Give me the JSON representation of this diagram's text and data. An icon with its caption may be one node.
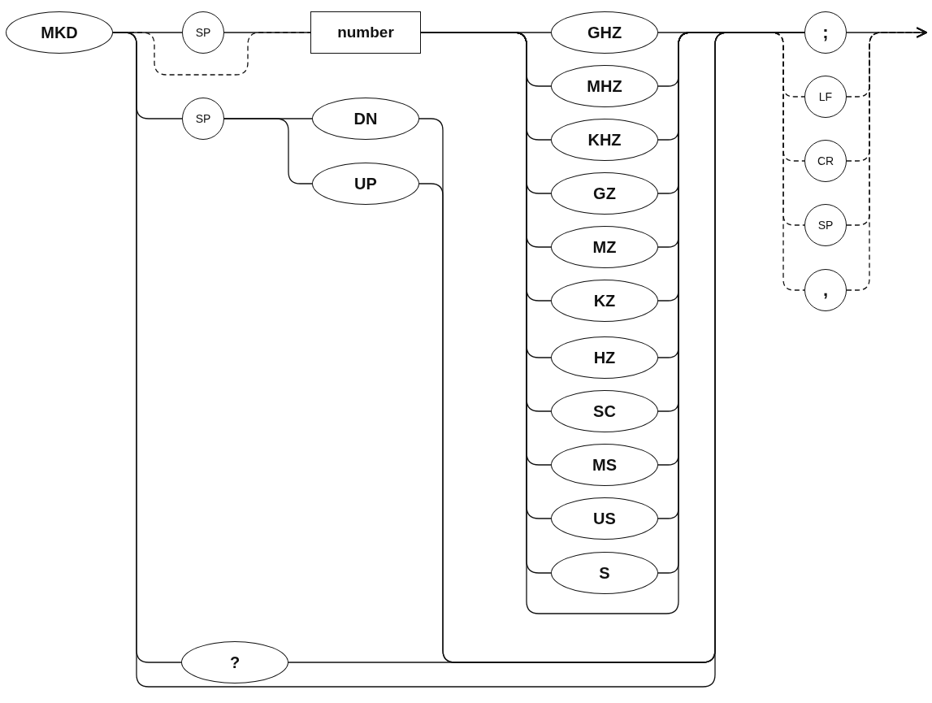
{
  "diagram": {
    "nodes": [
      {
        "text": [
          "MKD"
        ]
      },
      {
        "text": [
          "SP"
        ]
      },
      {
        "text": [
          "number"
        ]
      },
      {
        "text": [
          "SP"
        ]
      },
      {
        "text": [
          "DN"
        ]
      },
      {
        "text": [
          "UP"
        ]
      },
      {
        "text": [
          "?"
        ]
      },
      {
        "text": [
          "GHZ"
        ]
      },
      {
        "text": [
          "MHZ"
        ]
      },
      {
        "text": [
          "KHZ"
        ]
      },
      {
        "text": [
          "GZ"
        ]
      },
      {
        "text": [
          "MZ"
        ]
      },
      {
        "text": [
          "KZ"
        ]
      },
      {
        "text": [
          "HZ"
        ]
      },
      {
        "text": [
          "SC"
        ]
      },
      {
        "text": [
          "MS"
        ]
      },
      {
        "text": [
          "US"
        ]
      },
      {
        "text": [
          "S"
        ]
      },
      {
        "text": [
          ";"
        ]
      },
      {
        "text": [
          "LF"
        ]
      },
      {
        "text": [
          "CR"
        ]
      },
      {
        "text": [
          "SP"
        ]
      },
      {
        "text": [
          ","
        ]
      }
    ],
    "edges": [
      {
        "from": 0,
        "to": 1,
        "arrow": "none"
      },
      {
        "from": 0,
        "to": 2,
        "arrow": "none",
        "style": "dashed"
      },
      {
        "from": 1,
        "to": 2,
        "arrow": "none"
      },
      {
        "from": 0,
        "to": 3,
        "arrow": "none"
      },
      {
        "from": 3,
        "to": 4,
        "arrow": "none"
      },
      {
        "from": 3,
        "to": 5,
        "arrow": "none"
      },
      {
        "from": 0,
        "to": 6,
        "arrow": "none"
      },
      {
        "from": 2,
        "to": 7,
        "arrow": "none"
      },
      {
        "from": 2,
        "to": 8,
        "arrow": "none"
      },
      {
        "from": 2,
        "to": 9,
        "arrow": "none"
      },
      {
        "from": 2,
        "to": 10,
        "arrow": "none"
      },
      {
        "from": 2,
        "to": 11,
        "arrow": "none"
      },
      {
        "from": 2,
        "to": 12,
        "arrow": "none"
      },
      {
        "from": 2,
        "to": 13,
        "arrow": "none"
      },
      {
        "from": 2,
        "to": 14,
        "arrow": "none"
      },
      {
        "from": 2,
        "to": 15,
        "arrow": "none"
      },
      {
        "from": 2,
        "to": 16,
        "arrow": "none"
      },
      {
        "from": 2,
        "to": 17,
        "arrow": "none"
      },
      {
        "from": 7,
        "to": 18,
        "arrow": "none"
      },
      {
        "from": 8,
        "to": 18,
        "arrow": "none"
      },
      {
        "from": 9,
        "to": 18,
        "arrow": "none"
      },
      {
        "from": 10,
        "to": 18,
        "arrow": "none"
      },
      {
        "from": 11,
        "to": 18,
        "arrow": "none"
      },
      {
        "from": 12,
        "to": 18,
        "arrow": "none"
      },
      {
        "from": 13,
        "to": 18,
        "arrow": "none"
      },
      {
        "from": 14,
        "to": 18,
        "arrow": "none"
      },
      {
        "from": 15,
        "to": 18,
        "arrow": "none"
      },
      {
        "from": 16,
        "to": 18,
        "arrow": "none"
      },
      {
        "from": 17,
        "to": 18,
        "arrow": "none"
      },
      {
        "from": 2,
        "to": 18,
        "arrow": "none"
      },
      {
        "from": 4,
        "to": 18,
        "arrow": "none"
      },
      {
        "from": 5,
        "to": 18,
        "arrow": "none"
      },
      {
        "from": 6,
        "to": 18,
        "arrow": "none"
      },
      {
        "from": 0,
        "to": 18,
        "arrow": "none"
      },
      {
        "from": null,
        "to": 19,
        "arrow": "none",
        "style": "dashed"
      },
      {
        "from": null,
        "to": 20,
        "arrow": "none",
        "style": "dashed"
      },
      {
        "from": null,
        "to": 21,
        "arrow": "none",
        "style": "dashed"
      },
      {
        "from": null,
        "to": 22,
        "arrow": "none",
        "style": "dashed"
      },
      {
        "from": 18,
        "to": null,
        "arrow": "to"
      },
      {
        "from": 19,
        "to": null,
        "arrow": "to",
        "style": "dashed"
      },
      {
        "from": 20,
        "to": null,
        "arrow": "to",
        "style": "dashed"
      },
      {
        "from": 21,
        "to": null,
        "arrow": "to",
        "style": "dashed"
      },
      {
        "from": 22,
        "to": null,
        "arrow": "to",
        "style": "dashed"
      }
    ]
  }
}
